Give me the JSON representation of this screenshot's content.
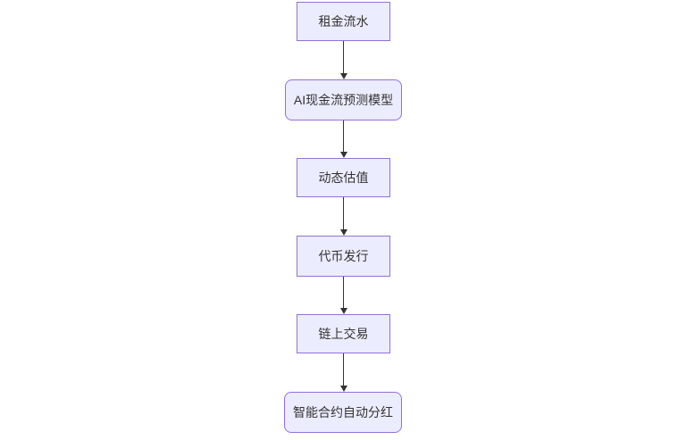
{
  "flowchart": {
    "direction": "top-down",
    "nodes": [
      {
        "id": "n1",
        "label": "租金流水",
        "shape": "rect"
      },
      {
        "id": "n2",
        "label": "AI现金流预测模型",
        "shape": "rounded"
      },
      {
        "id": "n3",
        "label": "动态估值",
        "shape": "rect"
      },
      {
        "id": "n4",
        "label": "代币发行",
        "shape": "rect"
      },
      {
        "id": "n5",
        "label": "链上交易",
        "shape": "rect"
      },
      {
        "id": "n6",
        "label": "智能合约自动分红",
        "shape": "rounded"
      }
    ],
    "edges": [
      {
        "from": "n1",
        "to": "n2"
      },
      {
        "from": "n2",
        "to": "n3"
      },
      {
        "from": "n3",
        "to": "n4"
      },
      {
        "from": "n4",
        "to": "n5"
      },
      {
        "from": "n5",
        "to": "n6"
      }
    ]
  },
  "colors": {
    "background": "#FFFFFF",
    "node_fill": "#ECECFF",
    "node_border": "#9370DB",
    "node_text": "#333333",
    "arrow": "#333333"
  }
}
